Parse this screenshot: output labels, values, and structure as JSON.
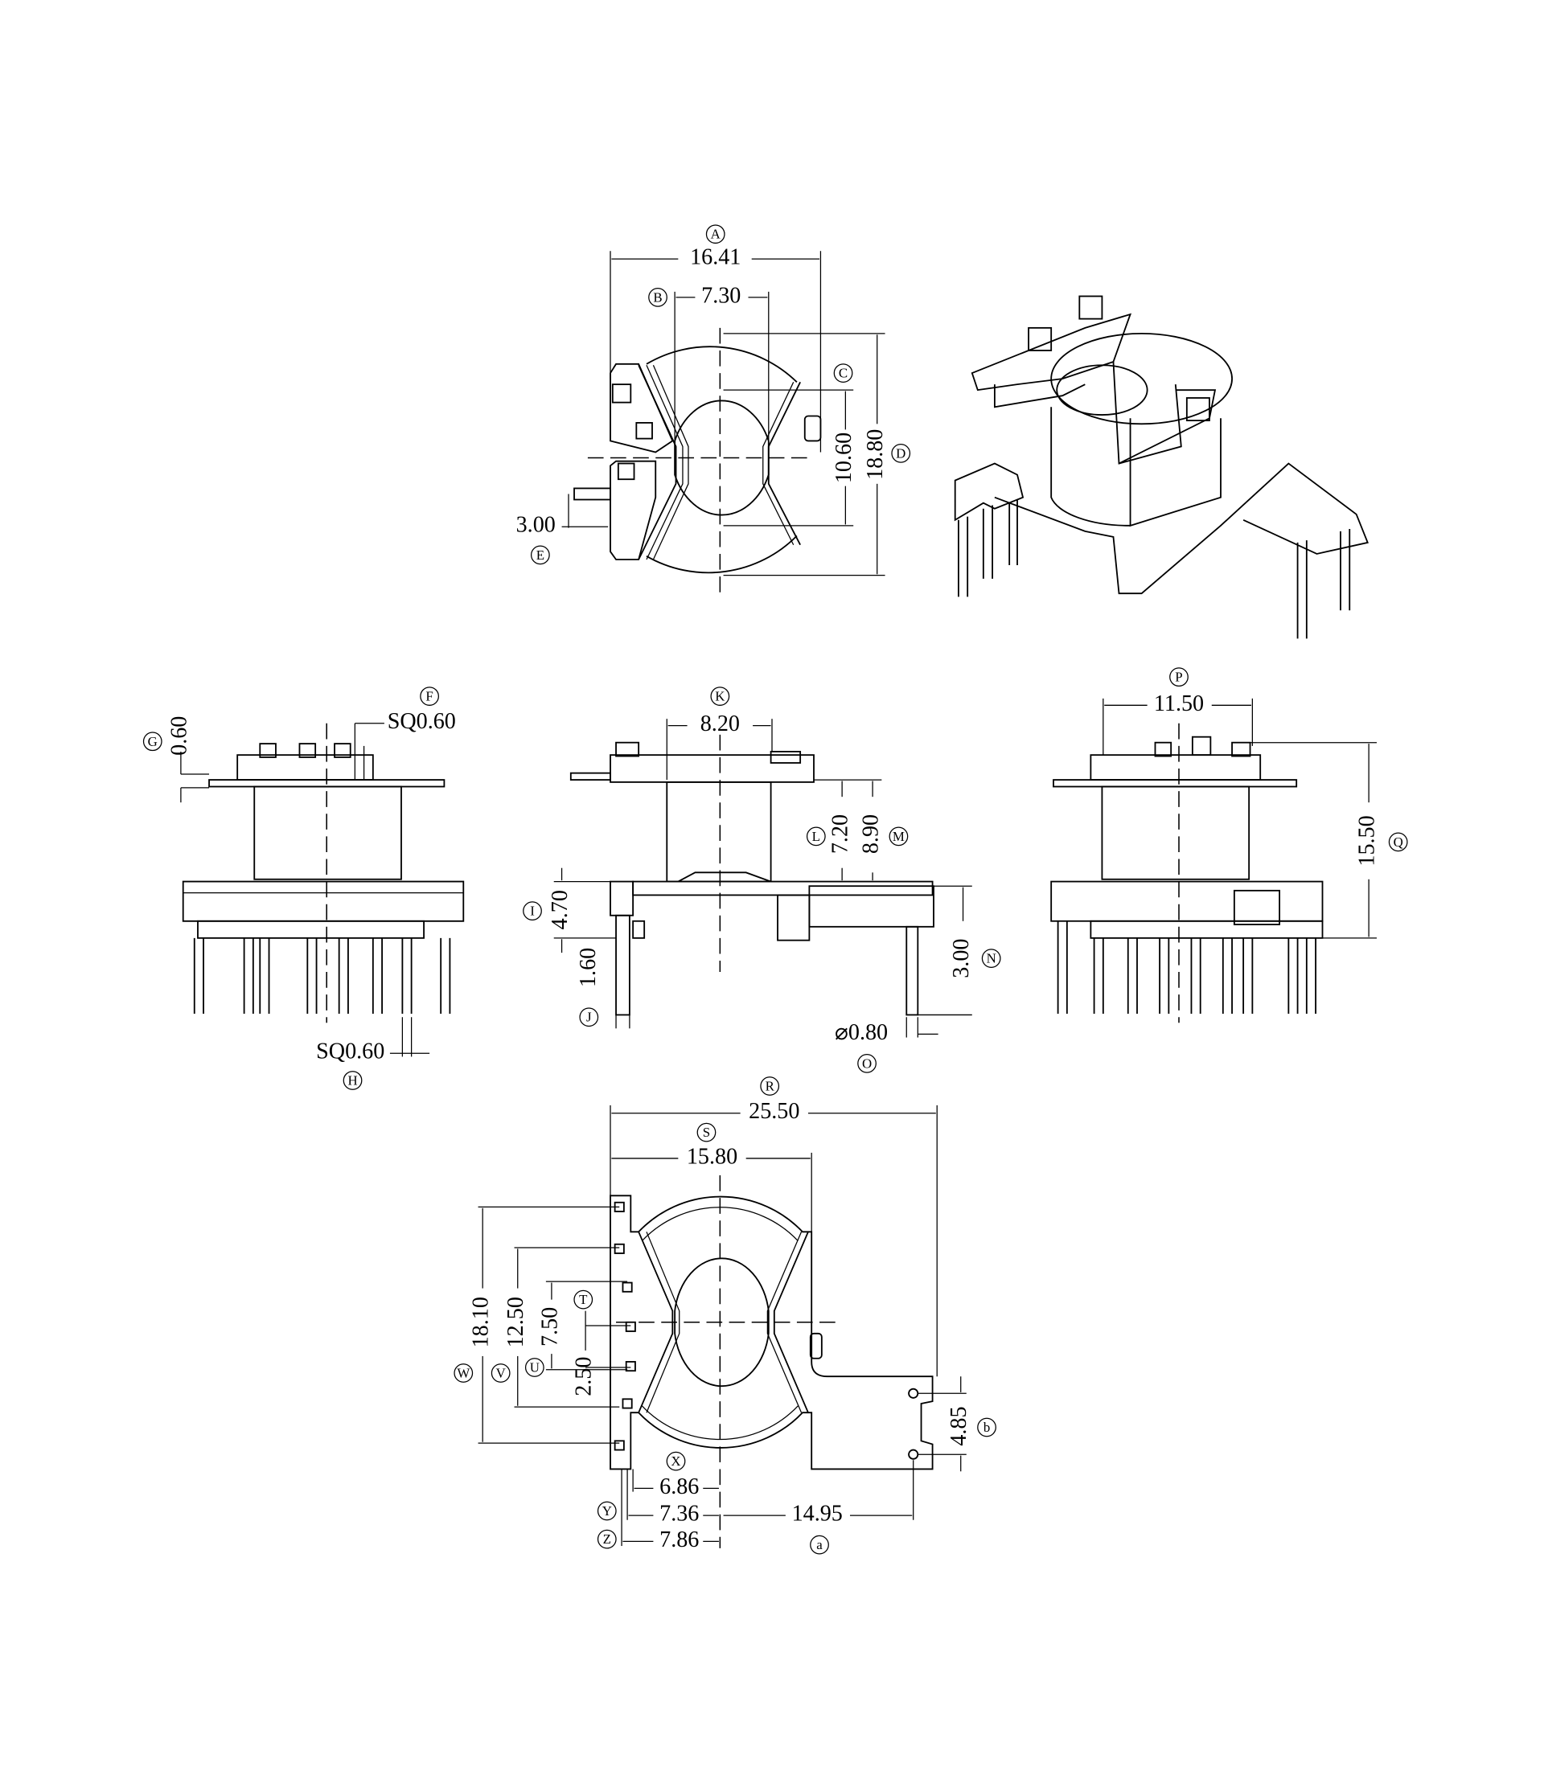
{
  "drawing": {
    "line_color": "#000000",
    "background": "#ffffff",
    "top_view": {
      "A": {
        "letter": "A",
        "value": "16.41"
      },
      "B": {
        "letter": "B",
        "value": "7.30"
      },
      "C": {
        "letter": "C",
        "value": "10.60"
      },
      "D": {
        "letter": "D",
        "value": "18.80"
      },
      "E": {
        "letter": "E",
        "value": "3.00"
      }
    },
    "left_view": {
      "F": {
        "letter": "F",
        "value": "SQ0.60"
      },
      "G": {
        "letter": "G",
        "value": "0.60"
      },
      "H": {
        "letter": "H",
        "value": "SQ0.60"
      }
    },
    "front_view": {
      "K": {
        "letter": "K",
        "value": "8.20"
      },
      "L": {
        "letter": "L",
        "value": "7.20"
      },
      "M": {
        "letter": "M",
        "value": "8.90"
      },
      "I": {
        "letter": "I",
        "value": "4.70"
      },
      "J": {
        "letter": "J",
        "value": "1.60"
      },
      "N": {
        "letter": "N",
        "value": "3.00"
      },
      "O": {
        "letter": "O",
        "value": "⌀0.80"
      }
    },
    "right_view": {
      "P": {
        "letter": "P",
        "value": "11.50"
      },
      "Q": {
        "letter": "Q",
        "value": "15.50"
      }
    },
    "bottom_view": {
      "R": {
        "letter": "R",
        "value": "25.50"
      },
      "S": {
        "letter": "S",
        "value": "15.80"
      },
      "T": {
        "letter": "T",
        "value": "2.50"
      },
      "U": {
        "letter": "U",
        "value": "7.50"
      },
      "V": {
        "letter": "V",
        "value": "12.50"
      },
      "W": {
        "letter": "W",
        "value": "18.10"
      },
      "b": {
        "letter": "b",
        "value": "4.85"
      },
      "X": {
        "letter": "X",
        "value": "6.86"
      },
      "Y": {
        "letter": "Y",
        "value": "7.36"
      },
      "Z": {
        "letter": "Z",
        "value": "7.86"
      },
      "a": {
        "letter": "a",
        "value": "14.95"
      }
    }
  }
}
